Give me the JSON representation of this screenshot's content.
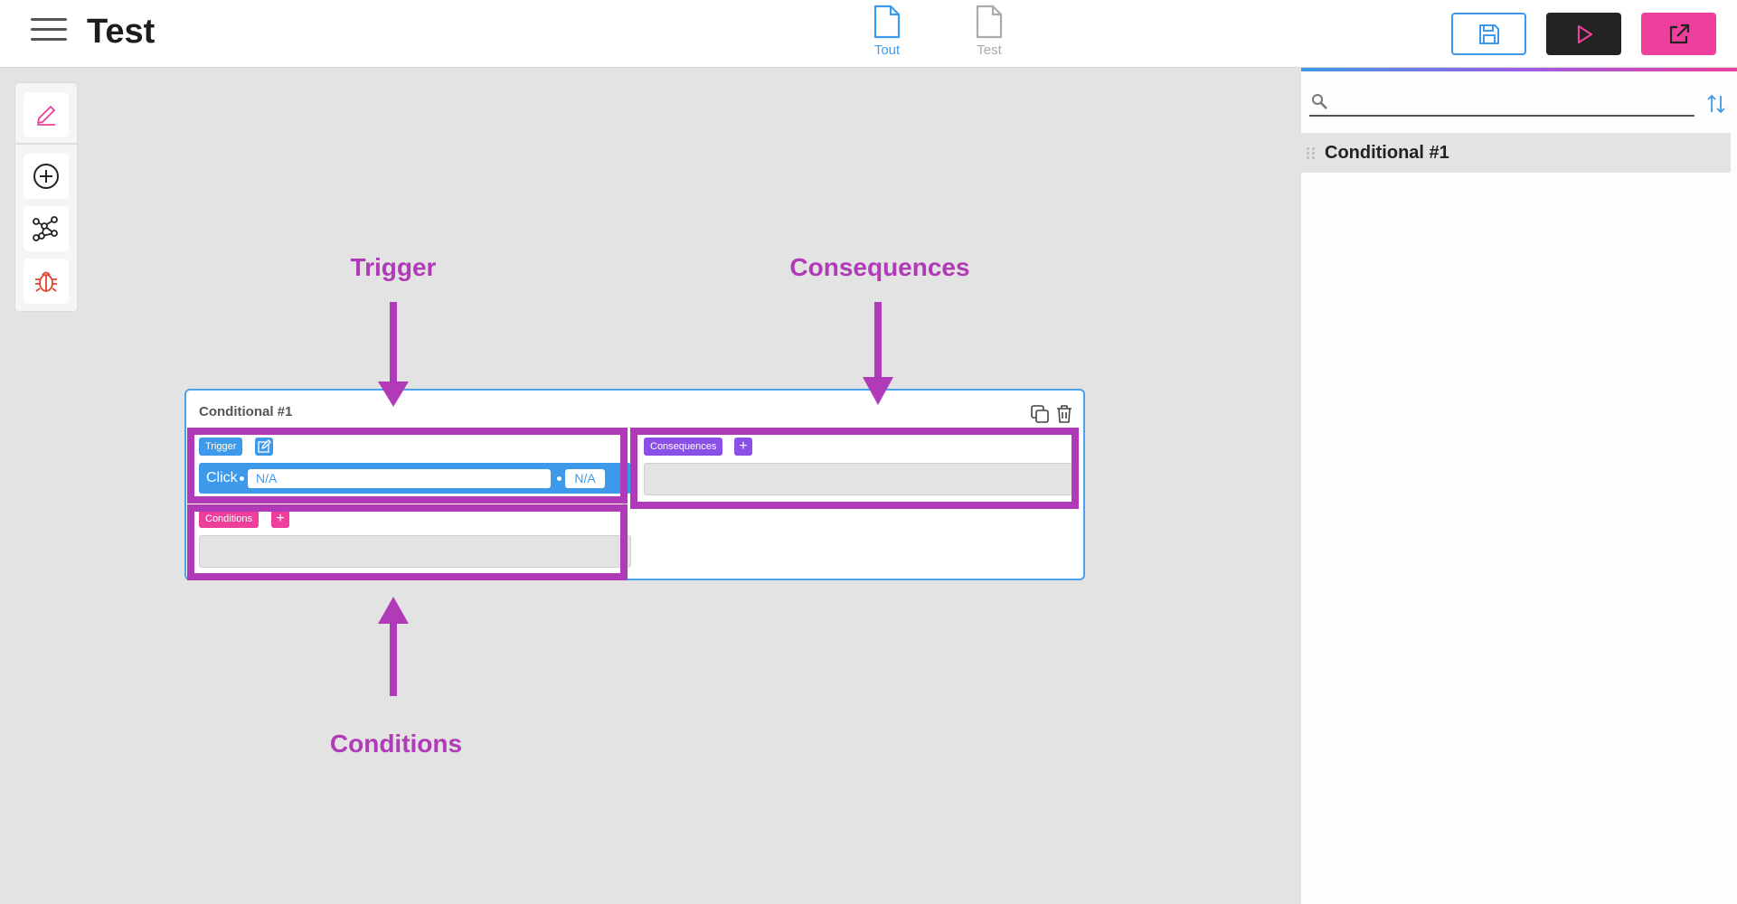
{
  "header": {
    "title": "Test",
    "tabs": [
      {
        "label": "Tout",
        "active": true
      },
      {
        "label": "Test",
        "active": false
      }
    ],
    "actions": {
      "save_icon": "floppy-disk-icon",
      "play_icon": "play-icon",
      "export_icon": "external-link-icon"
    }
  },
  "toolbar": {
    "tools": [
      "pencil-icon",
      "add-circle-icon",
      "graph-nodes-icon",
      "bug-icon"
    ]
  },
  "card": {
    "title": "Conditional #1",
    "trigger": {
      "label": "Trigger",
      "event": "Click",
      "target": "N/A",
      "value": "N/A"
    },
    "conditions": {
      "label": "Conditions",
      "add": "+"
    },
    "consequences": {
      "label": "Consequences",
      "add": "+"
    }
  },
  "annotations": {
    "trigger": "Trigger",
    "consequences": "Consequences",
    "conditions": "Conditions"
  },
  "right_panel": {
    "search": {
      "value": "",
      "placeholder": ""
    },
    "items": [
      {
        "label": "Conditional #1"
      }
    ]
  },
  "colors": {
    "blue": "#3d9aea",
    "pink": "#ee3f9d",
    "purple": "#8a4fe6",
    "annotation": "#b03ab8",
    "dark": "#232323"
  }
}
